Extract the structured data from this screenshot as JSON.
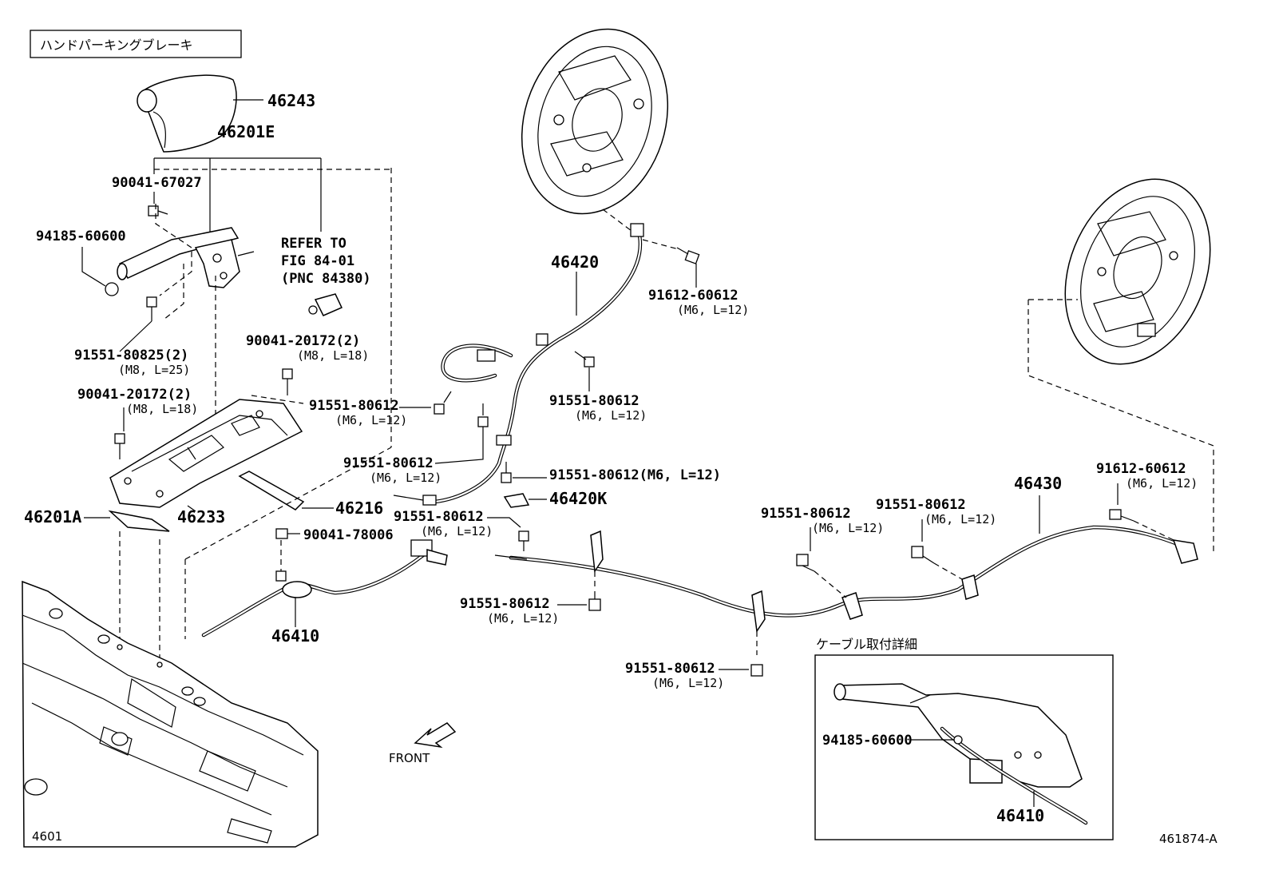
{
  "title": "ハンドパーキングブレーキ",
  "parts": {
    "p46243": "46243",
    "p46201E": "46201E",
    "p90041_67027": "90041-67027",
    "p94185_60600": "94185-60600",
    "refer_line1": "REFER TO",
    "refer_line2": "FIG 84-01",
    "refer_line3": "(PNC 84380)",
    "p91551_80825": "91551-80825(2)",
    "p91551_80825_spec": "(M8, L=25)",
    "p90041_20172_a": "90041-20172(2)",
    "p90041_20172_a_spec": "(M8, L=18)",
    "p90041_20172_b": "90041-20172(2)",
    "p90041_20172_b_spec": "(M8, L=18)",
    "p46201A": "46201A",
    "p46233": "46233",
    "p46216": "46216",
    "p90041_78006": "90041-78006",
    "p46410": "46410",
    "p46420": "46420",
    "p91612_60612_a": "91612-60612",
    "p91612_60612_a_spec": "(M6, L=12)",
    "p91551_80612_a": "91551-80612",
    "p91551_80612_a_spec": "(M6, L=12)",
    "p91551_80612_b": "91551-80612",
    "p91551_80612_b_spec": "(M6, L=12)",
    "p91551_80612_c": "91551-80612",
    "p91551_80612_c_spec": "(M6, L=12)",
    "p91551_80612_d": "91551-80612(M6, L=12)",
    "p46420K": "46420K",
    "p91551_80612_e": "91551-80612",
    "p91551_80612_e_spec": "(M6, L=12)",
    "p91551_80612_f": "91551-80612",
    "p91551_80612_f_spec": "(M6, L=12)",
    "p91551_80612_g": "91551-80612",
    "p91551_80612_g_spec": "(M6, L=12)",
    "p91551_80612_h": "91551-80612",
    "p91551_80612_h_spec": "(M6, L=12)",
    "p91551_80612_i": "91551-80612",
    "p91551_80612_i_spec": "(M6, L=12)",
    "p46430": "46430",
    "p91612_60612_b": "91612-60612",
    "p91612_60612_b_spec": "(M6, L=12)"
  },
  "detail": {
    "title": "ケーブル取付詳細",
    "part_a": "94185-60600",
    "part_b": "46410"
  },
  "front_label": "FRONT",
  "page_code": "4601",
  "figure_id": "461874-A"
}
